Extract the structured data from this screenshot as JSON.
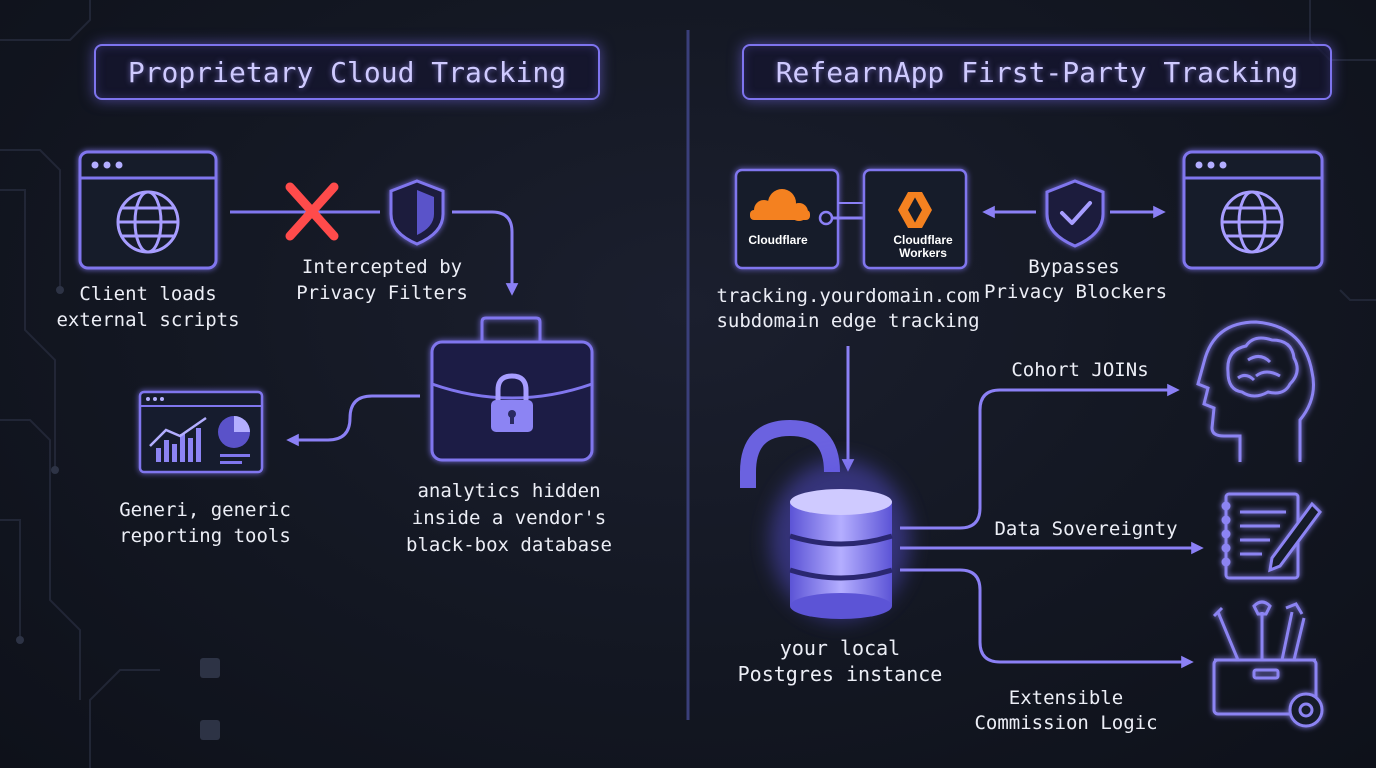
{
  "left": {
    "title": "Proprietary Cloud Tracking",
    "client_label_1": "Client loads",
    "client_label_2": "external scripts",
    "intercept_label_1": "Intercepted by",
    "intercept_label_2": "Privacy Filters",
    "vendor_label_1": "analytics hidden",
    "vendor_label_2": "inside a vendor's",
    "vendor_label_3": "black-box database",
    "report_label_1": "Generi, generic",
    "report_label_2": "reporting tools"
  },
  "right": {
    "title": "RefearnApp First-Party Tracking",
    "cloudflare_label": "Cloudflare",
    "workers_label_1": "Cloudflare",
    "workers_label_2": "Workers",
    "edge_label_1": "tracking.yourdomain.com",
    "edge_label_2": "subdomain edge tracking",
    "bypass_label_1": "Bypasses",
    "bypass_label_2": "Privacy Blockers",
    "postgres_label_1": "your local",
    "postgres_label_2": "Postgres instance",
    "cohort_label": "Cohort JOINs",
    "sovereignty_label": "Data Sovereignty",
    "commission_label_1": "Extensible",
    "commission_label_2": "Commission Logic"
  },
  "colors": {
    "accent": "#7e74ee",
    "accent_light": "#a79dff",
    "deny": "#ff4b4b",
    "cloudflare_orange": "#f48120"
  }
}
